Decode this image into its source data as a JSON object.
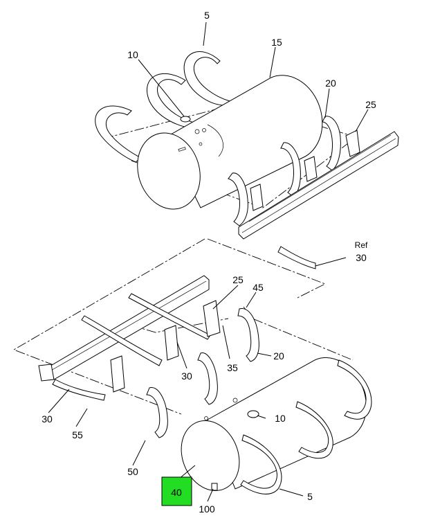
{
  "callouts": {
    "top_strap_5": "5",
    "top_fitting_10": "10",
    "top_tank_15": "15",
    "top_bracket_20": "20",
    "top_bracket_25": "25",
    "ref_word": "Ref",
    "ref_30": "30",
    "mid_bracket_25": "25",
    "mid_45": "45",
    "mid_20": "20",
    "mid_35": "35",
    "mid_30": "30",
    "left_30": "30",
    "left_55": "55",
    "bottom_10": "10",
    "bottom_50": "50",
    "highlight_40": "40",
    "bottom_100": "100",
    "bottom_strap_5": "5"
  },
  "colors": {
    "highlight": "#22dd22",
    "line": "#000000"
  }
}
